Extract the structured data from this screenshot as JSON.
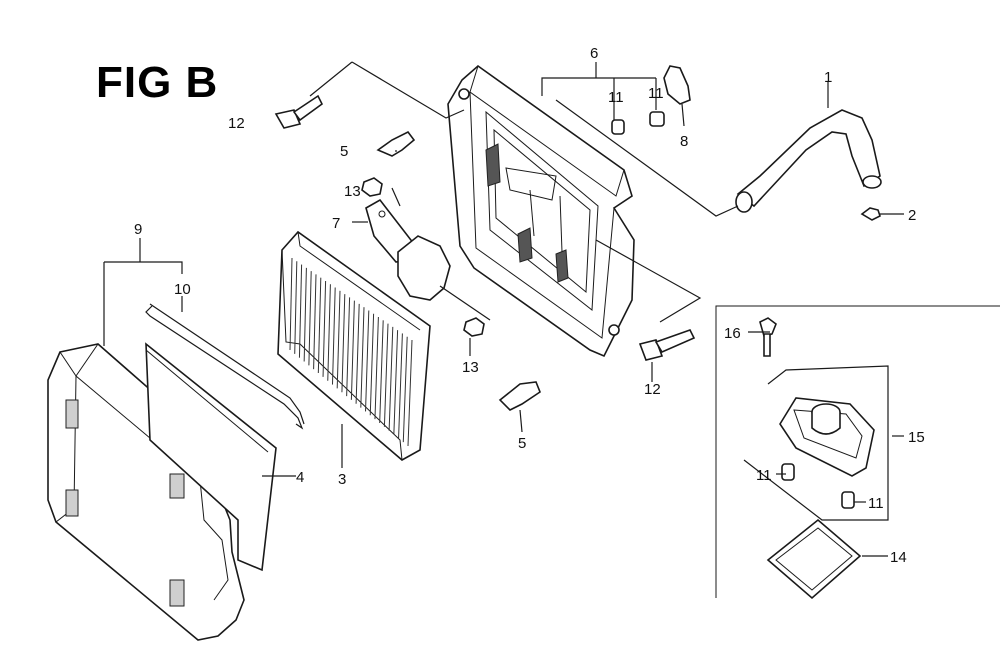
{
  "figure": {
    "title": "FIG B"
  },
  "callouts": {
    "c1": "1",
    "c2": "2",
    "c3": "3",
    "c4": "4",
    "c5a": "5",
    "c5b": "5",
    "c6": "6",
    "c7": "7",
    "c8": "8",
    "c9": "9",
    "c10": "10",
    "c11a": "11",
    "c11b": "11",
    "c11c": "11",
    "c11d": "11",
    "c12a": "12",
    "c12b": "12",
    "c13a": "13",
    "c13b": "13",
    "c14": "14",
    "c15": "15",
    "c16": "16"
  }
}
